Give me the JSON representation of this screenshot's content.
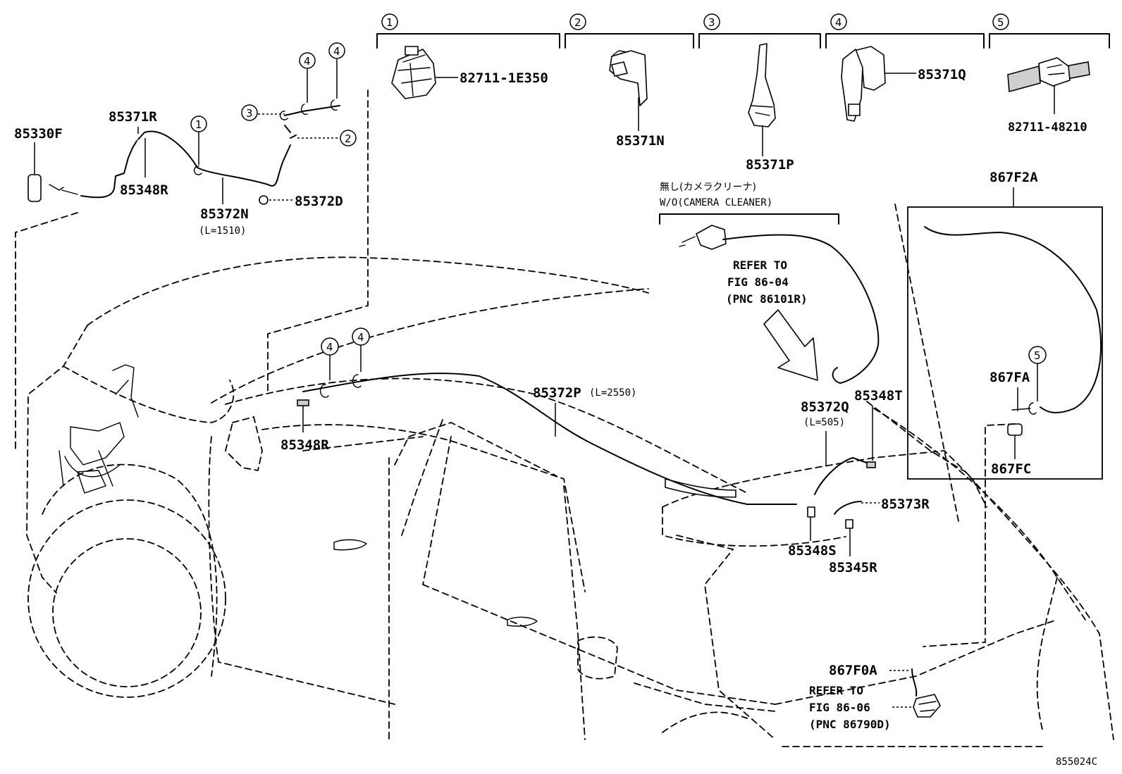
{
  "diagram_code": "855024C",
  "groups": [
    {
      "id": "1",
      "part": "82711-1E350"
    },
    {
      "id": "2",
      "part": "85371N"
    },
    {
      "id": "3",
      "part": "85371P"
    },
    {
      "id": "4",
      "part": "85371Q"
    },
    {
      "id": "5",
      "part": "82711-48210"
    }
  ],
  "labels": {
    "p85330F": "85330F",
    "p85371R": "85371R",
    "p85348R_top": "85348R",
    "p85372N": "85372N",
    "p85372N_len": "(L=1510)",
    "p85372D": "85372D",
    "p85372P": "85372P",
    "p85372P_len": "(L=2550)",
    "p85348R_mid": "85348R",
    "p85372Q": "85372Q",
    "p85372Q_len": "(L=505)",
    "p85348T": "85348T",
    "p85373R": "85373R",
    "p85348S": "85348S",
    "p85345R": "85345R",
    "p867F2A": "867F2A",
    "p867FA": "867FA",
    "p867FC": "867FC",
    "p867F0A": "867F0A"
  },
  "camera_note": {
    "jp": "無し(カメラクリーナ)",
    "en": "W/O(CAMERA CLEANER)",
    "refer1": "REFER TO",
    "refer2": "FIG 86-04",
    "refer3": "(PNC 86101R)"
  },
  "rear_note": {
    "refer1": "REFER TO",
    "refer2": "FIG 86-06",
    "refer3": "(PNC 86790D)"
  },
  "callout_numbers": [
    "1",
    "2",
    "3",
    "4",
    "5"
  ]
}
